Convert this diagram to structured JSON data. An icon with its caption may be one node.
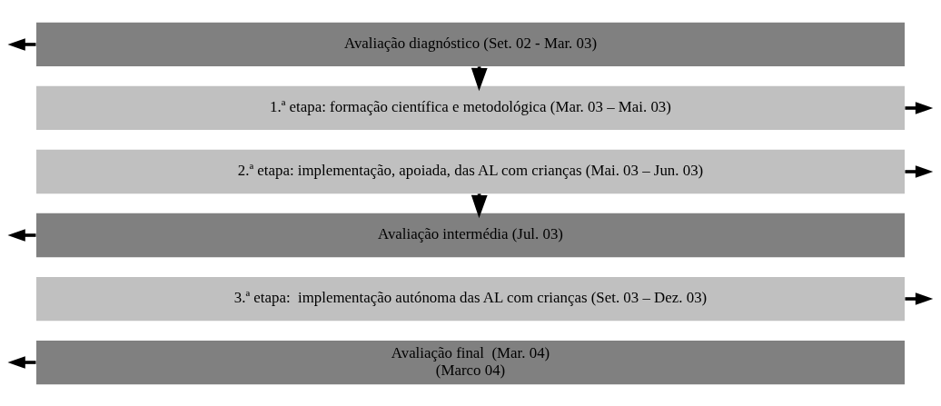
{
  "diagram": {
    "nodes": [
      {
        "text": [
          "Avaliação diagnóstico (Set. 02 - Mar. 03)"
        ]
      },
      {
        "text": [
          "1.ª etapa: formação científica e metodológica (Mar. 03 – Mai. 03)"
        ]
      },
      {
        "text": [
          "2.ª etapa: implementação, apoiada, das AL com crianças (Mai. 03 – Jun. 03)"
        ]
      },
      {
        "text": [
          "Avaliação intermédia (Jul. 03)"
        ]
      },
      {
        "text": [
          "3.ª etapa:  implementação autónoma das AL com crianças (Set. 03 – Dez. 03)"
        ]
      },
      {
        "text": [
          "Avaliação final  (Mar. 04)",
          "(Marco 04)"
        ]
      }
    ],
    "edges": [
      {
        "from": 0,
        "to": null,
        "arrow": "to"
      },
      {
        "from": 0,
        "to": 1,
        "arrow": "to"
      },
      {
        "from": 1,
        "to": null,
        "arrow": "to"
      },
      {
        "from": 2,
        "to": null,
        "arrow": "to"
      },
      {
        "from": 2,
        "to": 3,
        "arrow": "to"
      },
      {
        "from": 3,
        "to": null,
        "arrow": "to"
      },
      {
        "from": 4,
        "to": null,
        "arrow": "to"
      },
      {
        "from": 5,
        "to": null,
        "arrow": "to"
      }
    ]
  }
}
